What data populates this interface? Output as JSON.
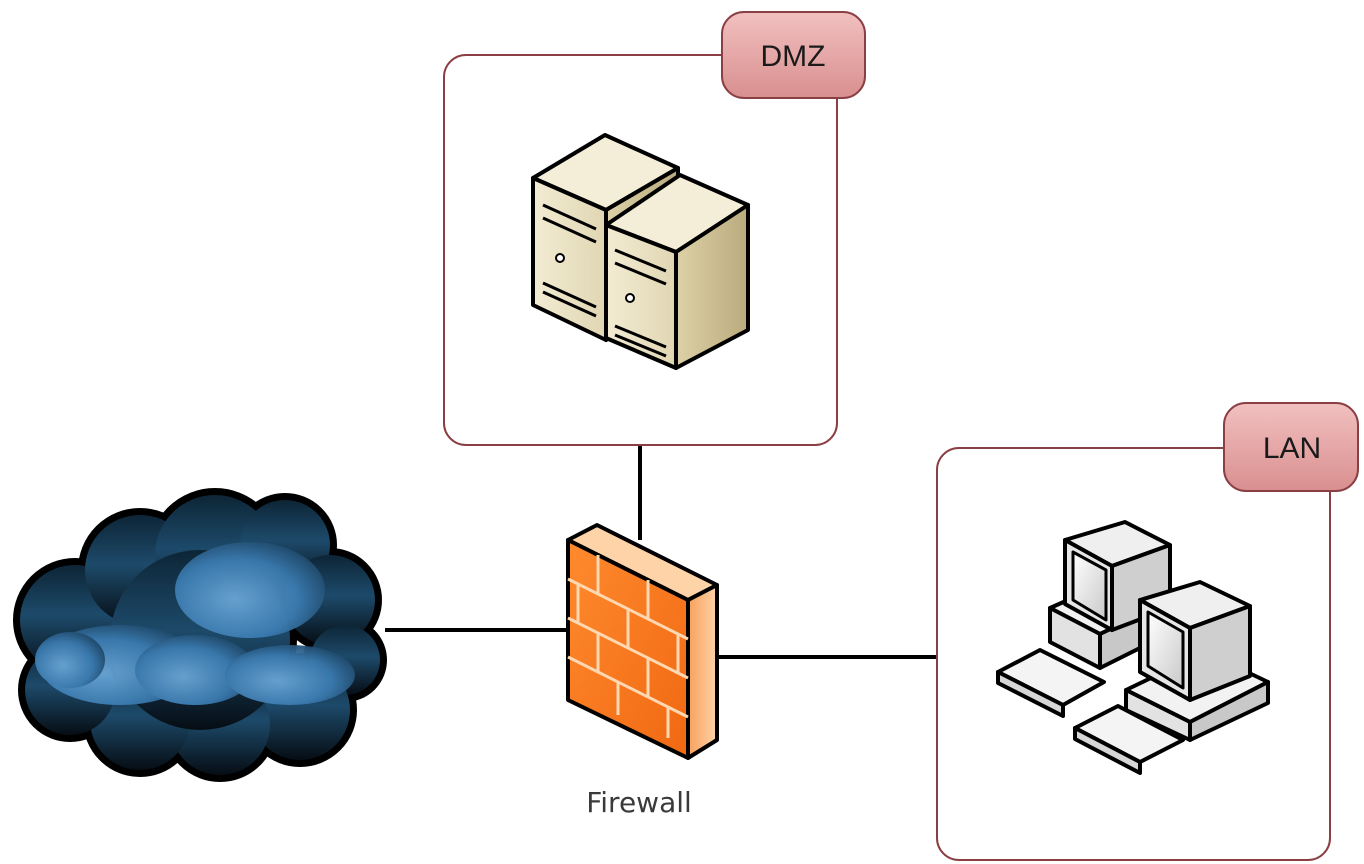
{
  "zones": {
    "dmz": {
      "label": "DMZ"
    },
    "lan": {
      "label": "LAN"
    }
  },
  "nodes": {
    "firewall": {
      "label": "Firewall"
    },
    "internet": {
      "icon": "cloud-icon"
    },
    "servers": {
      "icon": "server-icon"
    },
    "workstations": {
      "icon": "workstation-icon"
    }
  },
  "colors": {
    "zone_border": "#8a3f44",
    "zone_tab": "#e3a3a3",
    "line": "#000000",
    "firewall": "#f07b2a",
    "cloud": "#2f6f9e",
    "server": "#e9e1c6"
  }
}
